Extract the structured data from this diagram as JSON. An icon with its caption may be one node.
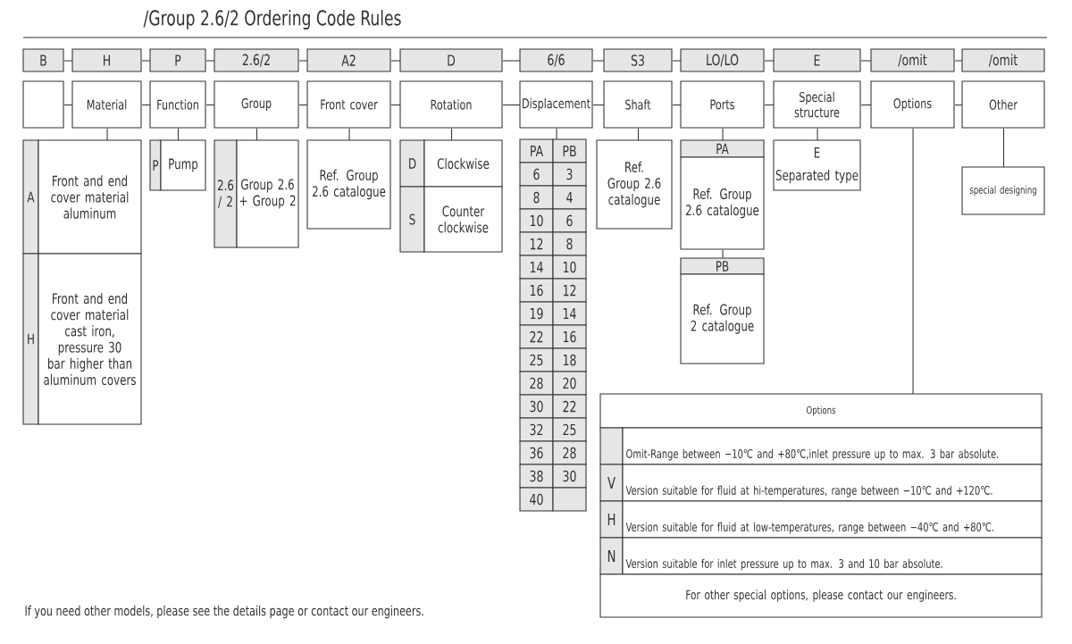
{
  "diagram": {
    "title": "/Group 2.6/2 Ordering Code Rules",
    "nodes": [
      {
        "text": [
          "B"
        ]
      },
      {
        "text": [
          "H"
        ]
      },
      {
        "text": [
          "P"
        ]
      },
      {
        "text": [
          "2.6/2"
        ]
      },
      {
        "text": [
          "A2"
        ]
      },
      {
        "text": [
          "D"
        ]
      },
      {
        "text": [
          "6/6"
        ]
      },
      {
        "text": [
          "S3"
        ]
      },
      {
        "text": [
          "LO/LO"
        ]
      },
      {
        "text": [
          "E"
        ]
      },
      {
        "text": [
          "/omit"
        ]
      },
      {
        "text": [
          "/omit"
        ]
      },
      {
        "text": [],
        "shape": "box"
      },
      {
        "text": [
          "Material"
        ]
      },
      {
        "text": [
          "Function"
        ]
      },
      {
        "text": [
          "Group"
        ]
      },
      {
        "text": [
          "Front cover"
        ]
      },
      {
        "text": [
          "Rotation"
        ]
      },
      {
        "text": [
          "Displacement"
        ]
      },
      {
        "text": [
          "Shaft"
        ]
      },
      {
        "text": [
          "Ports"
        ]
      },
      {
        "text": [
          "Special structure"
        ]
      },
      {
        "text": [
          "Options"
        ]
      },
      {
        "text": [
          "Other"
        ]
      },
      {
        "text": [
          "A",
          "Front and end cover material aluminum"
        ]
      },
      {
        "text": [
          "H",
          "Front and end cover material cast iron, pressure 30 bar higher than aluminum covers"
        ]
      },
      {
        "text": [
          "P",
          "Pump"
        ]
      },
      {
        "text": [
          "2.6 / 2",
          "Group 2.6 + Group 2"
        ]
      },
      {
        "text": [
          "Ref. Group 2.6 catalogue"
        ]
      },
      {
        "text": [
          "D",
          "Clockwise"
        ]
      },
      {
        "text": [
          "S",
          "Counter clockwise"
        ]
      },
      {
        "text": [
          "PA",
          "PB",
          "6",
          "3",
          "8",
          "4",
          "10",
          "6",
          "12",
          "8",
          "14",
          "10",
          "16",
          "12",
          "19",
          "14",
          "22",
          "16",
          "25",
          "18",
          "28",
          "20",
          "30",
          "22",
          "32",
          "25",
          "36",
          "28",
          "38",
          "30",
          "40"
        ]
      },
      {
        "text": [
          "Ref. Group 2.6 catalogue"
        ]
      },
      {
        "text": [
          "PA",
          "Ref. Group 2.6 catalogue"
        ]
      },
      {
        "text": [
          "PB",
          "Ref. Group 2 catalogue"
        ]
      },
      {
        "text": [
          "E",
          "Separated type"
        ]
      },
      {
        "text": [
          "Options",
          "Omit-Range between −10℃ and +80℃,inlet pressure up to max. 3 bar absolute.",
          "V",
          "Version suitable for fluid at hi-temperatures, range between −10℃ and +120℃.",
          "H",
          "Version suitable for fluid at low-temperatures, range between −40℃ and +80℃.",
          "N",
          "Version suitable for inlet pressure up to max. 3 and 10 bar absolute.",
          "For other special options, please contact our engineers."
        ]
      },
      {
        "text": [
          "special designing"
        ]
      }
    ],
    "edges": [
      {
        "from": 0,
        "to": 1,
        "arrow": "none"
      },
      {
        "from": 1,
        "to": 2,
        "arrow": "none"
      },
      {
        "from": 2,
        "to": 3,
        "arrow": "none"
      },
      {
        "from": 3,
        "to": 4,
        "arrow": "none"
      },
      {
        "from": 4,
        "to": 5,
        "arrow": "none"
      },
      {
        "from": 5,
        "to": 6,
        "arrow": "none"
      },
      {
        "from": 6,
        "to": 7,
        "arrow": "none"
      },
      {
        "from": 7,
        "to": 8,
        "arrow": "none"
      },
      {
        "from": 8,
        "to": 9,
        "arrow": "none"
      },
      {
        "from": 9,
        "to": 10,
        "arrow": "none"
      },
      {
        "from": 10,
        "to": 11,
        "arrow": "none"
      },
      {
        "from": 12,
        "to": 13,
        "arrow": "none"
      },
      {
        "from": 13,
        "to": 14,
        "arrow": "none"
      },
      {
        "from": 14,
        "to": 15,
        "arrow": "none"
      },
      {
        "from": 15,
        "to": 16,
        "arrow": "none"
      },
      {
        "from": 16,
        "to": 17,
        "arrow": "none"
      },
      {
        "from": 17,
        "to": 18,
        "arrow": "none"
      },
      {
        "from": 18,
        "to": 19,
        "arrow": "none"
      },
      {
        "from": 19,
        "to": 20,
        "arrow": "none"
      },
      {
        "from": 20,
        "to": 21,
        "arrow": "none"
      },
      {
        "from": 21,
        "to": 22,
        "arrow": "none"
      },
      {
        "from": 22,
        "to": 23,
        "arrow": "none"
      },
      {
        "from": 13,
        "to": 24,
        "arrow": "none"
      },
      {
        "from": 14,
        "to": 26,
        "arrow": "none"
      },
      {
        "from": 15,
        "to": 27,
        "arrow": "none"
      },
      {
        "from": 16,
        "to": 28,
        "arrow": "none"
      },
      {
        "from": 17,
        "to": 29,
        "arrow": "none"
      },
      {
        "from": 18,
        "to": 31,
        "arrow": "none"
      },
      {
        "from": 19,
        "to": 32,
        "arrow": "none"
      },
      {
        "from": 20,
        "to": 33,
        "arrow": "none"
      },
      {
        "from": 33,
        "to": 34,
        "arrow": "none"
      },
      {
        "from": 21,
        "to": 35,
        "arrow": "none"
      },
      {
        "from": 22,
        "to": 36,
        "arrow": "none"
      },
      {
        "from": 23,
        "to": 37,
        "arrow": "none"
      }
    ],
    "labels": [
      "If you need other models, please see the details page or contact our engineers."
    ]
  }
}
